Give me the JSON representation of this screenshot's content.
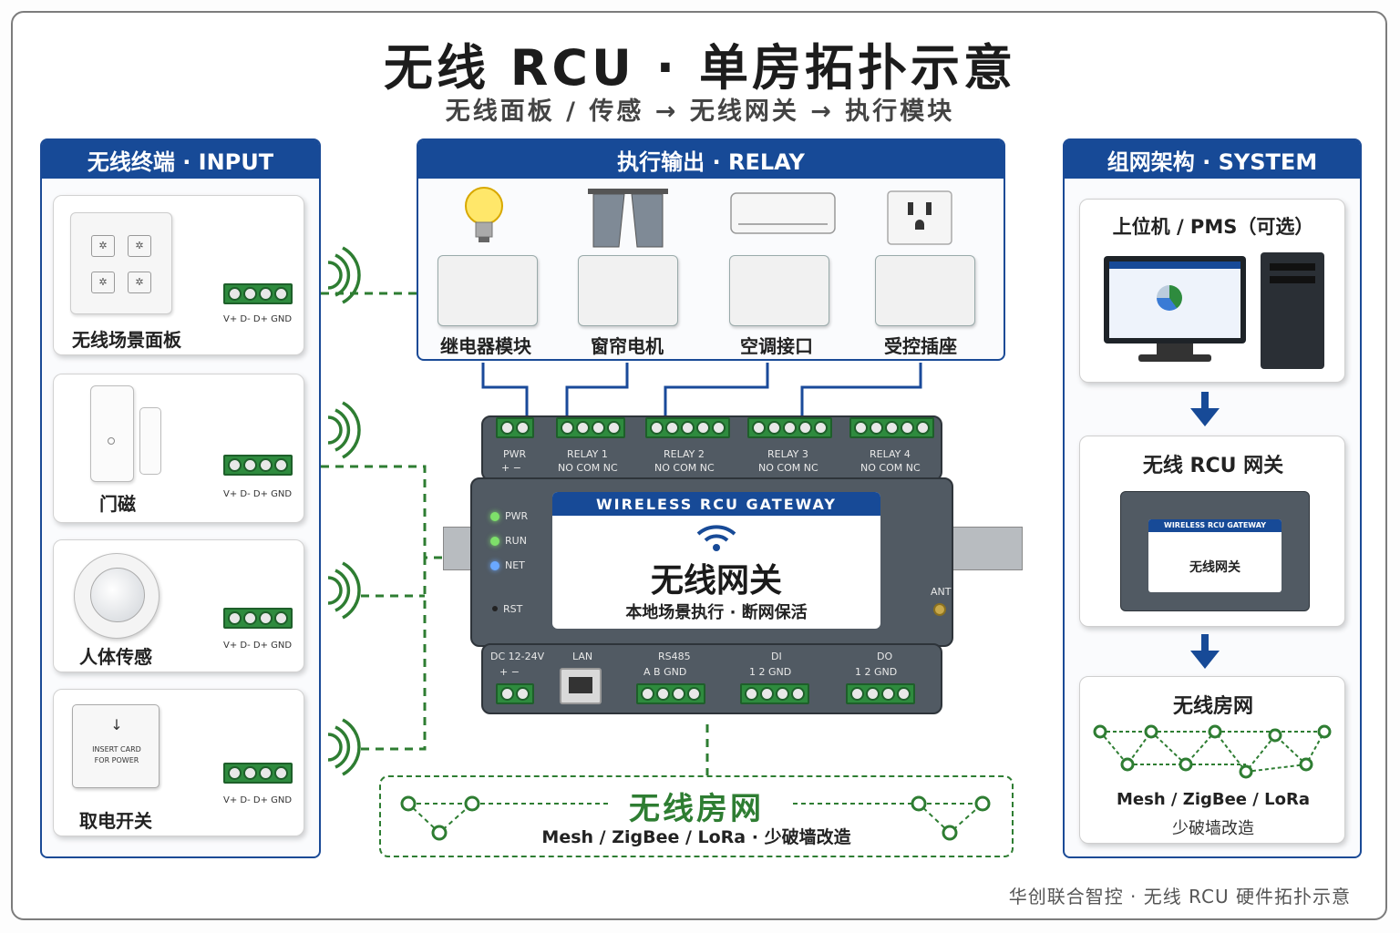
{
  "title": "无线 RCU · 单房拓扑示意",
  "subtitle": "无线面板 / 传感 → 无线网关 → 执行模块",
  "input_panel": {
    "header": "无线终端 · INPUT",
    "pin_labels": "V+  D-  D+ GND",
    "cards": [
      {
        "label": "无线场景面板"
      },
      {
        "label": "门磁"
      },
      {
        "label": "人体传感"
      },
      {
        "label": "取电开关",
        "card_text_1": "INSERT CARD",
        "card_text_2": "FOR POWER"
      }
    ]
  },
  "relay_panel": {
    "header": "执行输出 · RELAY",
    "modules": [
      {
        "label": "继电器模块"
      },
      {
        "label": "窗帘电机"
      },
      {
        "label": "空调接口"
      },
      {
        "label": "受控插座"
      }
    ]
  },
  "system_panel": {
    "header": "组网架构 · SYSTEM",
    "host_label": "上位机 / PMS（可选）",
    "gateway_label": "无线 RCU 网关",
    "mini_gateway_title": "WIRELESS RCU GATEWAY",
    "mini_gateway_text": "无线网关",
    "mesh_label": "无线房网",
    "mesh_protocols": "Mesh / ZigBee / LoRa",
    "mesh_note": "少破墙改造"
  },
  "gateway": {
    "label_title": "WIRELESS RCU GATEWAY",
    "main_text": "无线网关",
    "sub_text": "本地场景执行 · 断网保活",
    "leds": [
      "PWR",
      "RUN",
      "NET"
    ],
    "rst": "RST",
    "ant": "ANT",
    "top_terminals": [
      {
        "name": "PWR",
        "pins": "+   −"
      },
      {
        "name": "RELAY 1",
        "pins": "NO  COM  NC"
      },
      {
        "name": "RELAY 2",
        "pins": "NO  COM  NC"
      },
      {
        "name": "RELAY 3",
        "pins": "NO  COM  NC"
      },
      {
        "name": "RELAY 4",
        "pins": "NO  COM  NC"
      }
    ],
    "bottom_terminals": [
      {
        "name": "DC 12-24V",
        "pins": "+   −"
      },
      {
        "name": "LAN",
        "pins": ""
      },
      {
        "name": "RS485",
        "pins": "A    B   GND"
      },
      {
        "name": "DI",
        "pins": "1    2   GND"
      },
      {
        "name": "DO",
        "pins": "1    2   GND"
      }
    ]
  },
  "mesh_box": {
    "title": "无线房网",
    "protocols": "Mesh / ZigBee / LoRa · 少破墙改造"
  },
  "footer": "华创联合智控 · 无线 RCU 硬件拓扑示意",
  "colors": {
    "brand_blue": "#174a97",
    "wire_green": "#2e8b3e",
    "gateway_gray": "#515a63"
  }
}
